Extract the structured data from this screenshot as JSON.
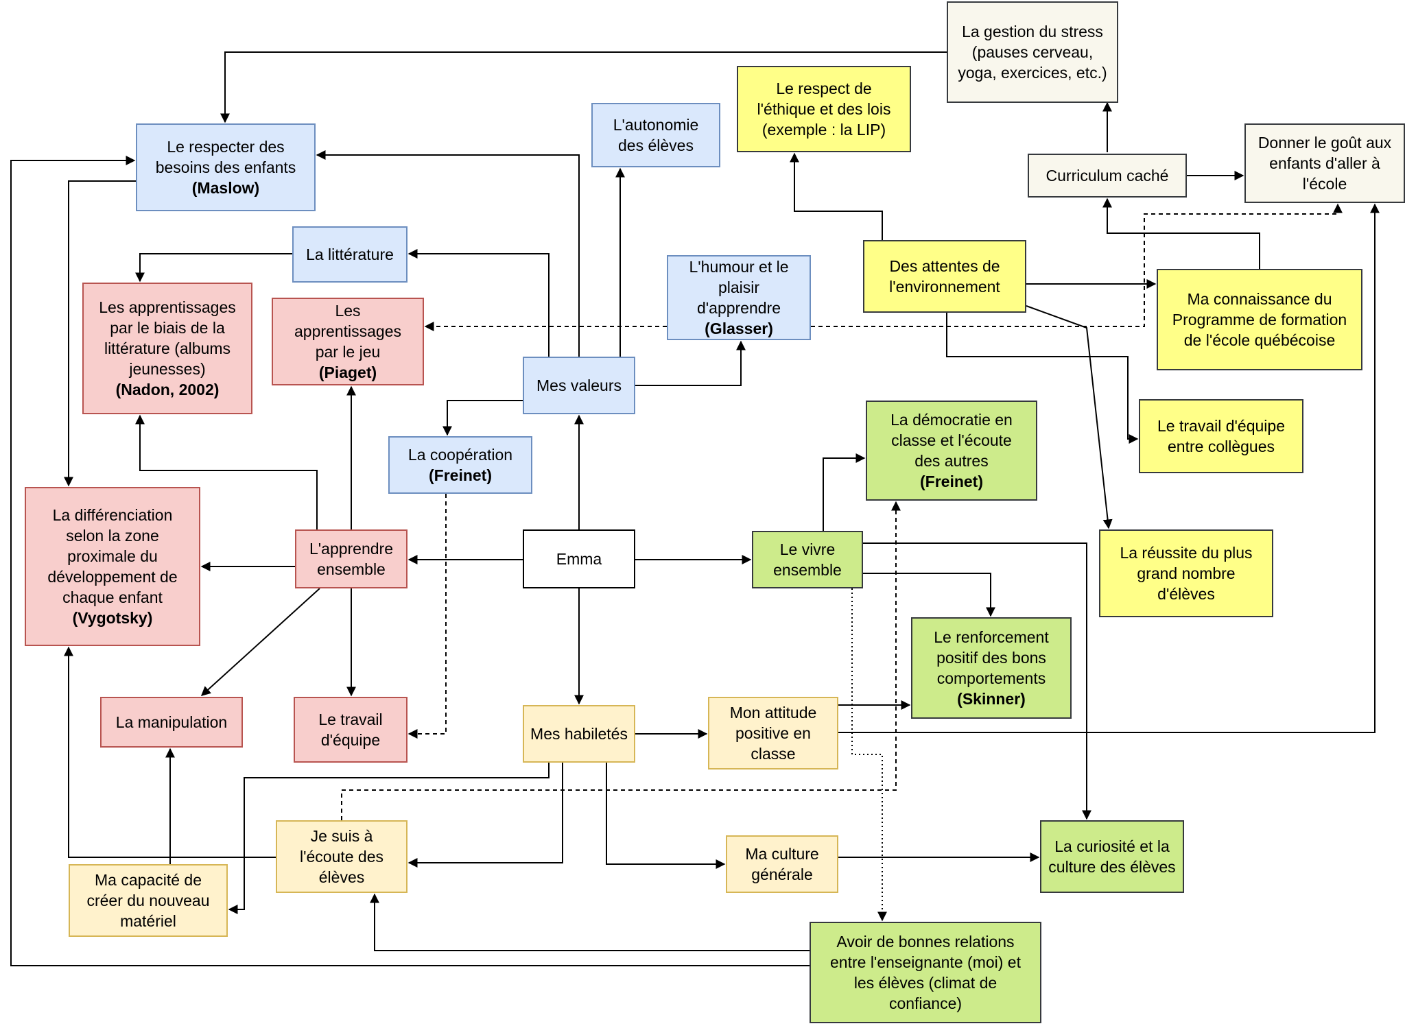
{
  "nodes": {
    "stress": {
      "lines": [
        "La gestion du stress",
        "(pauses cerveau,",
        "yoga, exercices, etc.)"
      ],
      "bold": []
    },
    "ethique": {
      "lines": [
        "Le respect de",
        "l'éthique et des lois",
        "(exemple : la LIP)"
      ],
      "bold": []
    },
    "autonomie": {
      "lines": [
        "L'autonomie",
        "des élèves"
      ],
      "bold": []
    },
    "maslow": {
      "lines": [
        "Le respecter des",
        "besoins des enfants"
      ],
      "bold": [
        "(Maslow)"
      ]
    },
    "gout": {
      "lines": [
        "Donner le goût aux",
        "enfants d'aller à",
        "l'école"
      ],
      "bold": []
    },
    "curriculum": {
      "lines": [
        "Curriculum caché"
      ],
      "bold": []
    },
    "litterature": {
      "lines": [
        "La littérature"
      ],
      "bold": []
    },
    "humour": {
      "lines": [
        "L'humour et le",
        "plaisir",
        "d'apprendre"
      ],
      "bold": [
        "(Glasser)"
      ]
    },
    "attentes": {
      "lines": [
        "Des attentes de",
        "l'environnement"
      ],
      "bold": []
    },
    "programme": {
      "lines": [
        "Ma connaissance du",
        "Programme de formation",
        "de l'école québécoise"
      ],
      "bold": []
    },
    "app_litt": {
      "lines": [
        "Les apprentissages",
        "par le biais de la",
        "littérature (albums",
        "jeunesses)"
      ],
      "bold": [
        "(Nadon, 2002)"
      ]
    },
    "app_jeu": {
      "lines": [
        "Les",
        "apprentissages",
        "par le jeu"
      ],
      "bold": [
        "(Piaget)"
      ]
    },
    "valeurs": {
      "lines": [
        "Mes valeurs"
      ],
      "bold": []
    },
    "travail_coll": {
      "lines": [
        "Le travail d'équipe",
        "entre collègues"
      ],
      "bold": []
    },
    "democratie": {
      "lines": [
        "La démocratie en",
        "classe et l'écoute",
        "des autres"
      ],
      "bold": [
        "(Freinet)"
      ]
    },
    "cooperation": {
      "lines": [
        "La coopération"
      ],
      "bold": [
        "(Freinet)"
      ]
    },
    "differenciation": {
      "lines": [
        "La différenciation",
        "selon la zone",
        "proximale du",
        "développement de",
        "chaque enfant"
      ],
      "bold": [
        "(Vygotsky)"
      ]
    },
    "apprendre": {
      "lines": [
        "L'apprendre",
        "ensemble"
      ],
      "bold": []
    },
    "emma": {
      "lines": [
        "Emma"
      ],
      "bold": []
    },
    "vivre": {
      "lines": [
        "Le vivre",
        "ensemble"
      ],
      "bold": []
    },
    "reussite": {
      "lines": [
        "La réussite du plus",
        "grand nombre",
        "d'élèves"
      ],
      "bold": []
    },
    "renforcement": {
      "lines": [
        "Le renforcement",
        "positif des bons",
        "comportements"
      ],
      "bold": [
        "(Skinner)"
      ]
    },
    "manipulation": {
      "lines": [
        "La manipulation"
      ],
      "bold": []
    },
    "travail_eq": {
      "lines": [
        "Le travail",
        "d'équipe"
      ],
      "bold": []
    },
    "habiletes": {
      "lines": [
        "Mes habiletés"
      ],
      "bold": []
    },
    "attitude": {
      "lines": [
        "Mon attitude",
        "positive en",
        "classe"
      ],
      "bold": []
    },
    "ecoute": {
      "lines": [
        "Je suis à",
        "l'écoute des",
        "élèves"
      ],
      "bold": []
    },
    "culture_gen": {
      "lines": [
        "Ma culture",
        "générale"
      ],
      "bold": []
    },
    "curiosite": {
      "lines": [
        "La curiosité et la",
        "culture des élèves"
      ],
      "bold": []
    },
    "materiel": {
      "lines": [
        "Ma capacité de",
        "créer du nouveau",
        "matériel"
      ],
      "bold": []
    },
    "relations": {
      "lines": [
        "Avoir de bonnes relations",
        "entre l'enseignante (moi) et",
        "les élèves (climat de",
        "confiance)"
      ],
      "bold": []
    }
  },
  "colors": {
    "blue_fill": "#dae8fc",
    "blue_stroke": "#6c8ebf",
    "red_fill": "#f8cecc",
    "red_stroke": "#b85450",
    "yellow_fill": "#ffff88",
    "green_fill": "#cdeb8b",
    "orange_fill": "#fff2cc",
    "orange_stroke": "#d6b656",
    "beige_fill": "#f9f7ed",
    "edge": "#000000"
  }
}
